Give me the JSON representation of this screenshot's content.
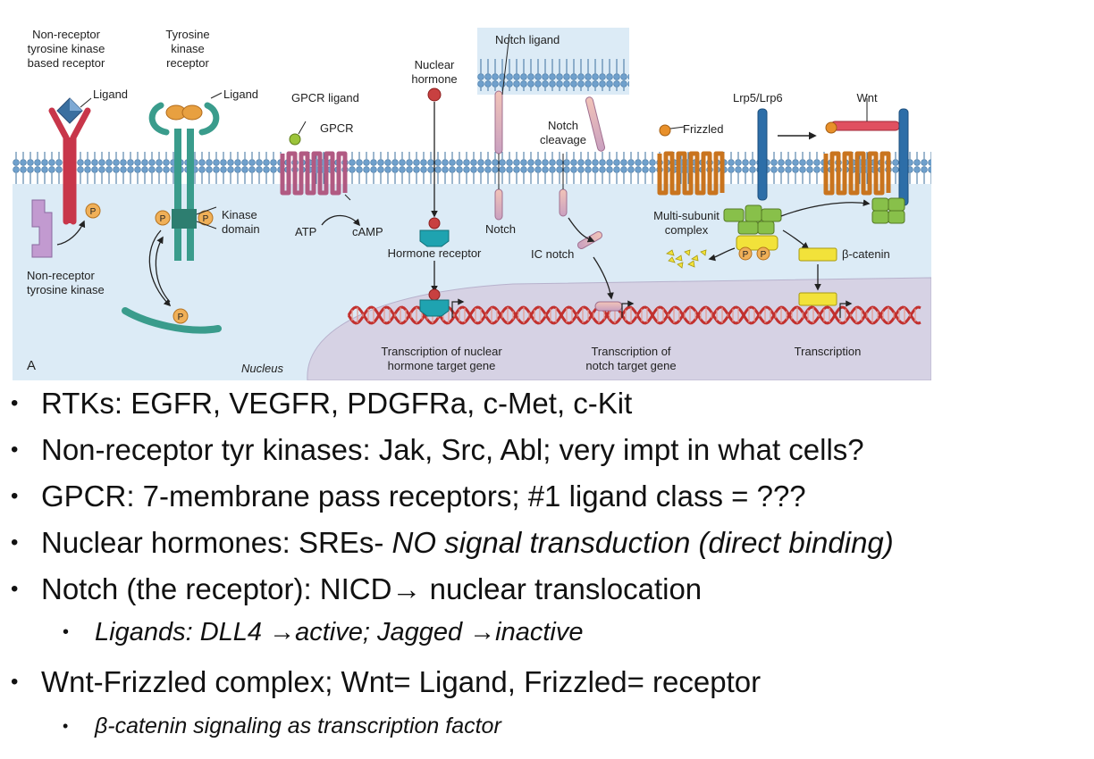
{
  "diagram": {
    "panel_letter": "A",
    "nucleus_label": "Nucleus",
    "labels": {
      "nr_receptor": [
        "Non-receptor",
        "tyrosine kinase",
        "based receptor"
      ],
      "tk_receptor": [
        "Tyrosine",
        "kinase",
        "receptor"
      ],
      "ligand1": "Ligand",
      "ligand2": "Ligand",
      "nr_kinase": [
        "Non-receptor",
        "tyrosine kinase"
      ],
      "kinase_domain": [
        "Kinase",
        "domain"
      ],
      "gpcr_ligand": "GPCR ligand",
      "gpcr": "GPCR",
      "atp": "ATP",
      "camp": "cAMP",
      "nuclear_hormone": [
        "Nuclear",
        "hormone"
      ],
      "hormone_receptor": "Hormone receptor",
      "notch_ligand": "Notch ligand",
      "notch_cleavage": [
        "Notch",
        "cleavage"
      ],
      "notch": "Notch",
      "ic_notch": "IC notch",
      "frizzled": "Frizzled",
      "lrp": "Lrp5/Lrp6",
      "wnt": "Wnt",
      "multi_subunit": [
        "Multi-subunit",
        "complex"
      ],
      "beta_catenin": "β-catenin",
      "tx_nuclear": [
        "Transcription of nuclear",
        "hormone target gene"
      ],
      "tx_notch": [
        "Transcription of",
        "notch target gene"
      ],
      "tx": "Transcription",
      "p": "P"
    },
    "colors": {
      "membrane_blue": "#9bc4e4",
      "cytoplasm": "#ddeaf4",
      "nucleus": "#d8d4e6",
      "rtk_red": "#c8364a",
      "teal": "#3a9c8c",
      "gpcr_pink": "#b15a82",
      "frizzled_orange": "#c9741e",
      "notch_stripe": "#e89a8a",
      "green": "#88c04a",
      "yellow": "#f2e23a",
      "phospho": "#f0b058",
      "lrp_blue": "#2d6ea8",
      "dna_red": "#c2302e"
    }
  },
  "bullets": [
    {
      "level": 1,
      "parts": [
        {
          "text": "RTKs: EGFR, VEGFR, PDGFRa, c-Met, c-Kit",
          "italic": false
        }
      ]
    },
    {
      "level": 1,
      "parts": [
        {
          "text": "Non-receptor tyr kinases: Jak, Src, Abl; very impt in what cells?",
          "italic": false
        }
      ]
    },
    {
      "level": 1,
      "parts": [
        {
          "text": "GPCR: 7-membrane pass receptors; #1 ligand class = ???",
          "italic": false
        }
      ]
    },
    {
      "level": 1,
      "parts": [
        {
          "text": "Nuclear hormones: SREs- ",
          "italic": false
        },
        {
          "text": "NO signal transduction (direct binding)",
          "italic": true
        }
      ]
    },
    {
      "level": 1,
      "parts": [
        {
          "text": "Notch (the receptor): NICD",
          "italic": false
        },
        {
          "text": "→",
          "italic": false
        },
        {
          "text": " nuclear translocation",
          "italic": false
        }
      ]
    },
    {
      "level": 2,
      "parts": [
        {
          "text": "Ligands: DLL4 ",
          "italic": true
        },
        {
          "text": "→",
          "italic": true
        },
        {
          "text": "active; Jagged ",
          "italic": true
        },
        {
          "text": "→",
          "italic": true
        },
        {
          "text": "inactive",
          "italic": true
        }
      ]
    },
    {
      "level": 1,
      "parts": [
        {
          "text": "Wnt-Frizzled complex; Wnt= Ligand, Frizzled= receptor",
          "italic": false
        }
      ]
    },
    {
      "level": 3,
      "parts": [
        {
          "text": "β-catenin signaling as transcription factor",
          "italic": true
        }
      ]
    }
  ],
  "bullet_glyph": "•"
}
